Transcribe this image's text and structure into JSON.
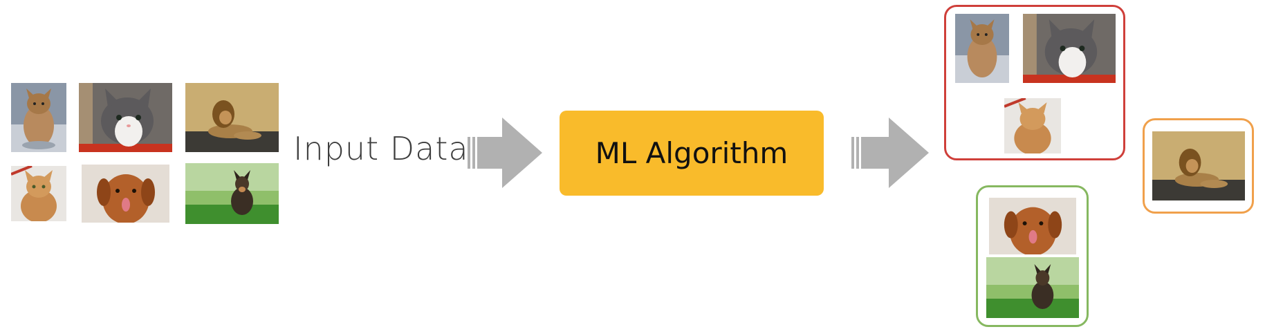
{
  "input_label": "Input Data",
  "algorithm_label": "ML Algorithm",
  "colors": {
    "algorithm_fill": "#f9bb2b",
    "arrow": "#b1b1b1",
    "cluster_cats": "#cf3f3a",
    "cluster_dogs": "#86b860",
    "cluster_lion": "#f0a04b"
  },
  "images": {
    "standing_kitten": "standing-kitten-photo",
    "grey_kitten": "grey-white-kitten-photo",
    "lion": "lion-lying-in-grass-photo",
    "orange_cat": "orange-tabby-cat-photo",
    "retriever": "retriever-dog-photo",
    "puppy": "puppy-on-grass-photo"
  }
}
